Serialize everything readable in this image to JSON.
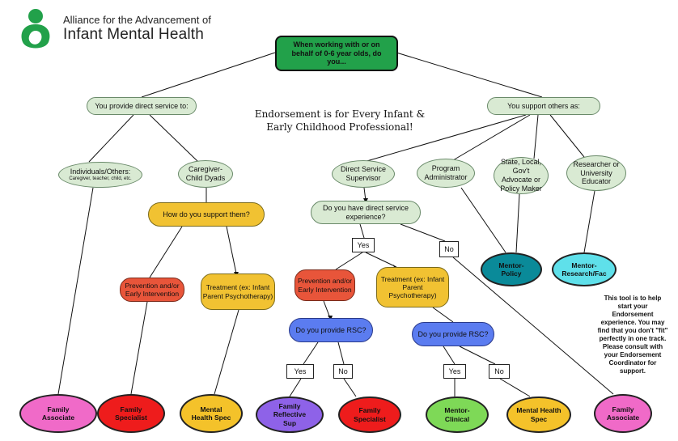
{
  "logo": {
    "line1": "Alliance for the Advancement of",
    "line2": "Infant Mental Health"
  },
  "colors": {
    "green": "#22a14a",
    "pill": "#d9ead3",
    "yellow": "#f1c232",
    "red": "#e8553a",
    "blue": "#5b7cf0"
  },
  "root": "When working with or on behalf of 0-6 year olds, do you...",
  "tagline": "Endorsement is for Every Infant & Early Childhood Professional!",
  "left": {
    "branch": "You provide direct service to:",
    "individuals": "Individuals/Others:",
    "individuals_sub": "Caregiver, teacher, child, etc.",
    "dyads": "Caregiver-Child Dyads",
    "how_support": "How do you support them?",
    "prevention": "Prevention and/or Early Intervention",
    "treatment": "Treatment (ex: Infant Parent Psychotherapy)"
  },
  "right": {
    "branch": "You support others as:",
    "supervisor": "Direct Service Supervisor",
    "admin": "Program Administrator",
    "policy": "State, Local, Gov't Advocate or Policy Maker",
    "researcher": "Researcher or University Educator",
    "have_direct": "Do you have direct service experience?",
    "yes": "Yes",
    "no": "No",
    "prevention": "Prevention and/or Early Intervention",
    "treatment": "Treatment (ex: Infant Parent Psychotherapy)",
    "rsc_q1": "Do you provide RSC?",
    "rsc_q2": "Do you provide RSC?",
    "yes1": "Yes",
    "no1": "No",
    "yes2": "Yes",
    "no2": "No"
  },
  "outcomes": {
    "family_associate_left": "Family Associate",
    "family_specialist_left": "Family Specialist",
    "mental_health_spec_left": "Mental Health Spec",
    "family_reflective_sup": "Family Reflective Sup",
    "family_specialist_mid": "Family Specialist",
    "mentor_clinical": "Mentor-Clinical",
    "mental_health_spec_right": "Mental Health Spec",
    "family_associate_right": "Family Associate",
    "mentor_policy": "Mentor-Policy",
    "mentor_research": "Mentor-Research/Fac"
  },
  "note": "This tool is to help start your Endorsement experience. You may find that you don't \"fit\" perfectly in one track. Please consult with your Endorsement Coordinator for support."
}
